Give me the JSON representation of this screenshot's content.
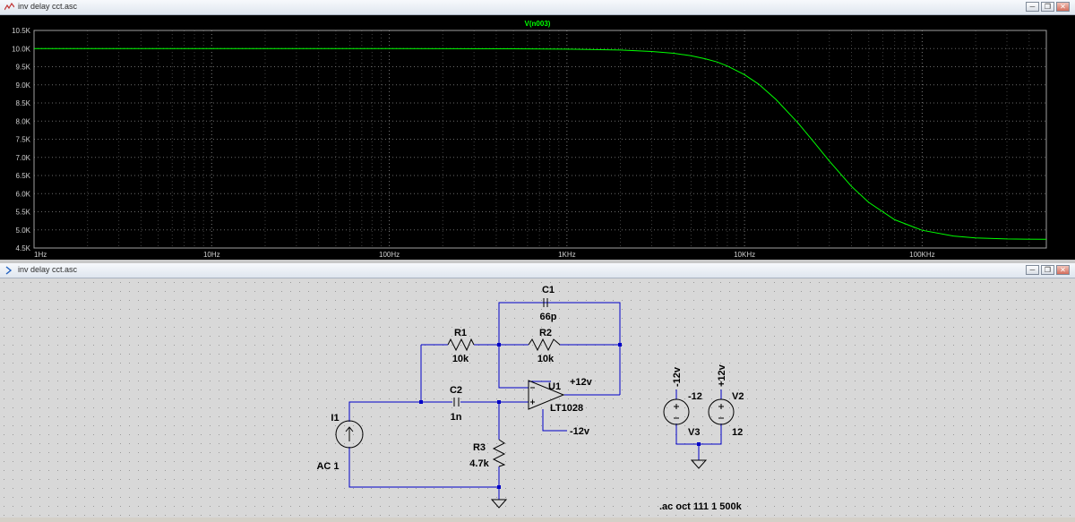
{
  "plot_window": {
    "title": "inv delay cct.asc"
  },
  "schematic_window": {
    "title": "inv delay cct.asc"
  },
  "window_buttons": {
    "minimize": "─",
    "restore": "❐",
    "close": "✕"
  },
  "chart_data": {
    "type": "line",
    "title": "V(n003)",
    "xscale": "log",
    "xlim": [
      1,
      500000
    ],
    "ylim": [
      4500,
      10500
    ],
    "grid": true,
    "x_ticks": [
      {
        "v": 1,
        "label": "1Hz"
      },
      {
        "v": 10,
        "label": "10Hz"
      },
      {
        "v": 100,
        "label": "100Hz"
      },
      {
        "v": 1000,
        "label": "1KHz"
      },
      {
        "v": 10000,
        "label": "10KHz"
      },
      {
        "v": 100000,
        "label": "100KHz"
      }
    ],
    "y_ticks": [
      {
        "v": 10500,
        "label": "10.5K"
      },
      {
        "v": 10000,
        "label": "10.0K"
      },
      {
        "v": 9500,
        "label": "9.5K"
      },
      {
        "v": 9000,
        "label": "9.0K"
      },
      {
        "v": 8500,
        "label": "8.5K"
      },
      {
        "v": 8000,
        "label": "8.0K"
      },
      {
        "v": 7500,
        "label": "7.5K"
      },
      {
        "v": 7000,
        "label": "7.0K"
      },
      {
        "v": 6500,
        "label": "6.5K"
      },
      {
        "v": 6000,
        "label": "6.0K"
      },
      {
        "v": 5500,
        "label": "5.5K"
      },
      {
        "v": 5000,
        "label": "5.0K"
      },
      {
        "v": 4500,
        "label": "4.5K"
      }
    ],
    "series": [
      {
        "name": "V(n003)",
        "color": "#00ff00",
        "x": [
          1,
          10,
          100,
          500,
          1000,
          2000,
          3000,
          4000,
          5000,
          6000,
          7000,
          8000,
          10000,
          12000,
          15000,
          20000,
          25000,
          30000,
          40000,
          50000,
          70000,
          100000,
          150000,
          200000,
          300000,
          500000
        ],
        "y": [
          10000,
          10000,
          10000,
          9995,
          9985,
          9960,
          9920,
          9870,
          9800,
          9720,
          9630,
          9520,
          9280,
          9020,
          8600,
          7950,
          7380,
          6900,
          6200,
          5760,
          5280,
          4990,
          4830,
          4780,
          4750,
          4740
        ]
      }
    ]
  },
  "schematic": {
    "labels": {
      "C1": "C1",
      "C1_val": "66p",
      "R1": "R1",
      "R1_val": "10k",
      "R2": "R2",
      "R2_val": "10k",
      "C2": "C2",
      "C2_val": "1n",
      "R3": "R3",
      "R3_val": "4.7k",
      "I1": "I1",
      "I1_val": "AC 1",
      "U1": "U1",
      "U1_part": "LT1028",
      "vpos_lbl": "+12v",
      "vneg_lbl": "-12v",
      "V3": "V3",
      "V3_val": "-12",
      "V3_net": "-12v",
      "V2": "V2",
      "V2_val": "12",
      "V2_net": "+12v",
      "directive": ".ac oct 111 1 500k"
    },
    "colors": {
      "wire": "#0000c8",
      "component": "#000000",
      "background": "#d8d8d8",
      "grid_dot": "#9a9a9a"
    }
  }
}
